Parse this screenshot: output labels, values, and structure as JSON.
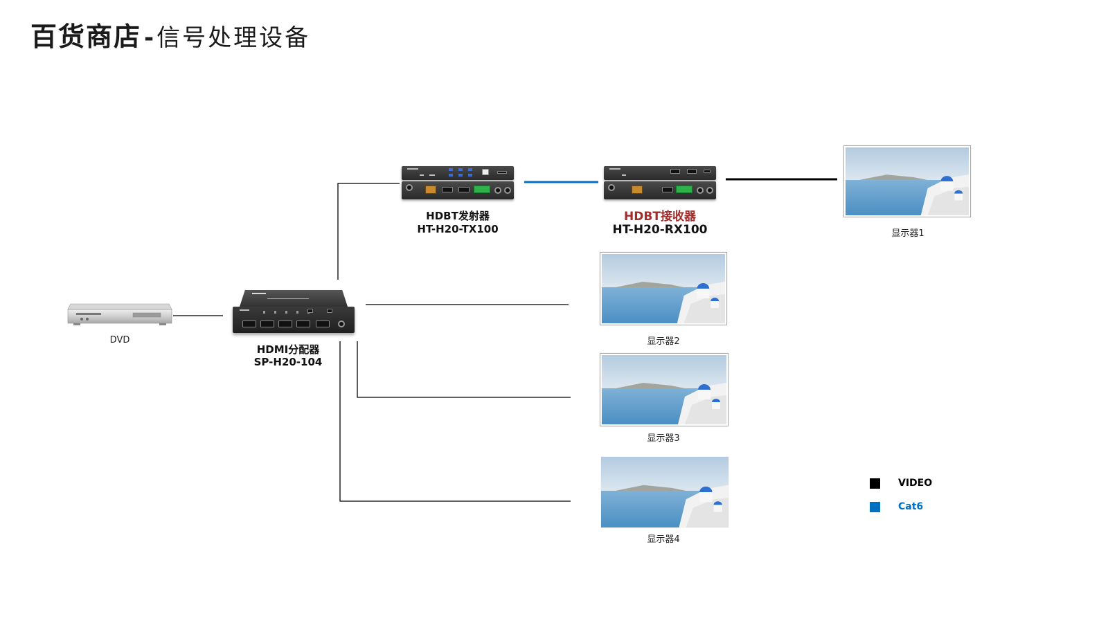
{
  "title": {
    "main": "百货商店",
    "separator": "-",
    "sub": "信号处理设备"
  },
  "devices": {
    "dvd": {
      "label": "DVD"
    },
    "splitter": {
      "name": "HDMI分配器",
      "model": "SP-H20-104"
    },
    "transmitter": {
      "name": "HDBT发射器",
      "model": "HT-H20-TX100"
    },
    "receiver": {
      "name": "HDBT接收器",
      "model": "HT-H20-RX100"
    }
  },
  "displays": [
    {
      "label": "显示器1"
    },
    {
      "label": "显示器2"
    },
    {
      "label": "显示器3"
    },
    {
      "label": "显示器4"
    }
  ],
  "legend": [
    {
      "label": "VIDEO",
      "color": "#000000"
    },
    {
      "label": "Cat6",
      "color": "#0070c0"
    }
  ],
  "colors": {
    "video_line": "#000000",
    "cat6_line": "#0070c0",
    "receiver_name": "#a52a2a"
  }
}
